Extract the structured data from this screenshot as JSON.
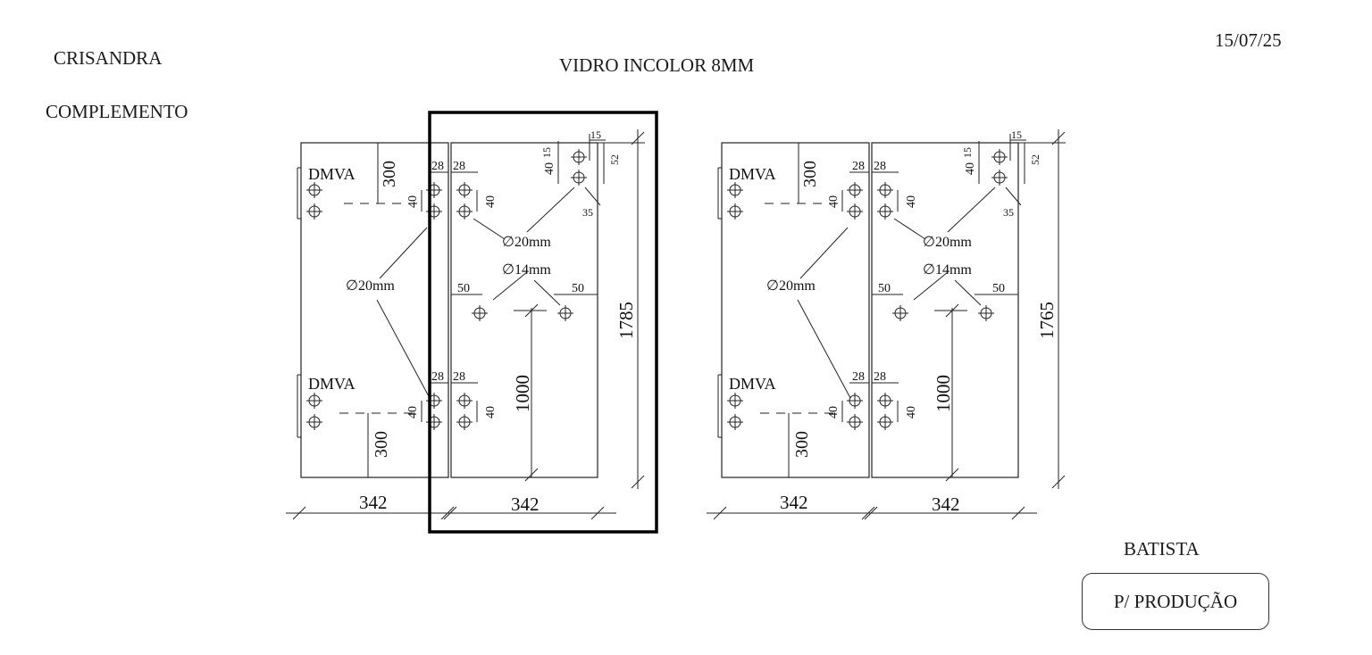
{
  "header": {
    "client": "CRISANDRA",
    "subtitle": "COMPLEMENTO",
    "title": "VIDRO INCOLOR 8MM",
    "date": "15/07/25"
  },
  "footer": {
    "operator": "BATISTA",
    "status": "P/ PRODUÇÃO"
  },
  "drawings": [
    {
      "id": "set-a",
      "height_label": "1785",
      "width_left": "342",
      "width_right": "342",
      "highlighted_panel": "right"
    },
    {
      "id": "set-b",
      "height_label": "1765",
      "width_left": "342",
      "width_right": "342",
      "highlighted_panel": "none"
    }
  ],
  "labels": {
    "hinge": "DMVA",
    "hinge_offset": "300",
    "edge_offset": "28",
    "hole_spacing": "40",
    "hole_20": "∅20mm",
    "hole_14": "∅14mm",
    "handle_offset": "50",
    "handle_height": "1000",
    "corner_15": "15",
    "corner_40": "40",
    "corner_52": "52",
    "corner_35": "35"
  },
  "colors": {
    "line": "#222222",
    "highlight_frame": "#000000",
    "background": "#ffffff"
  }
}
